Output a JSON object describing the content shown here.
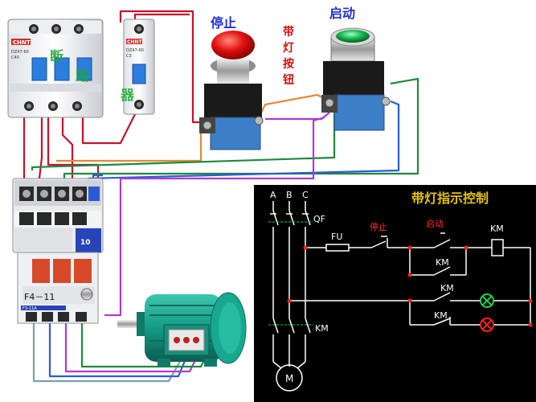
{
  "labels": {
    "stop_button": "停止",
    "start_button": "启动",
    "lamp_button_chars": [
      "带",
      "灯",
      "按",
      "钮"
    ],
    "breaker_brand": "CHNT",
    "breaker_main_model": "DZ47-60",
    "breaker_main_rating": "C40",
    "breaker_ctrl_model": "DZ47-60",
    "breaker_ctrl_rating": "C3",
    "breaker_watermark_1": "断",
    "breaker_watermark_2": "路",
    "breaker_watermark_3": "器",
    "contactor_number": "10",
    "relay_model": "F4－11",
    "relay_brand": "F3-11A"
  },
  "schematic": {
    "title": "带灯指示控制",
    "phases": [
      "A",
      "B",
      "C"
    ],
    "qf": "QF",
    "fu": "FU",
    "stop": "停止",
    "start": "启动",
    "km_coil": "KM",
    "km_hold": "KM",
    "km_lamp_green": "KM",
    "km_lamp_red": "KM",
    "km_main": "KM",
    "motor": "M"
  },
  "colors": {
    "schematic_bg": "#000000",
    "schematic_line": "#ffffff",
    "schematic_title": "#e5c400",
    "schematic_red_label": "#ff2a2a",
    "lamp_green": "#1fd04a",
    "lamp_red": "#ff2020",
    "motor_body": "#139a86",
    "wire_red": "#c8102e",
    "wire_green": "#1f8a3c",
    "wire_blue": "#2a5bd7",
    "wire_orange": "#e08a3a",
    "wire_magenta": "#b03ad0"
  }
}
